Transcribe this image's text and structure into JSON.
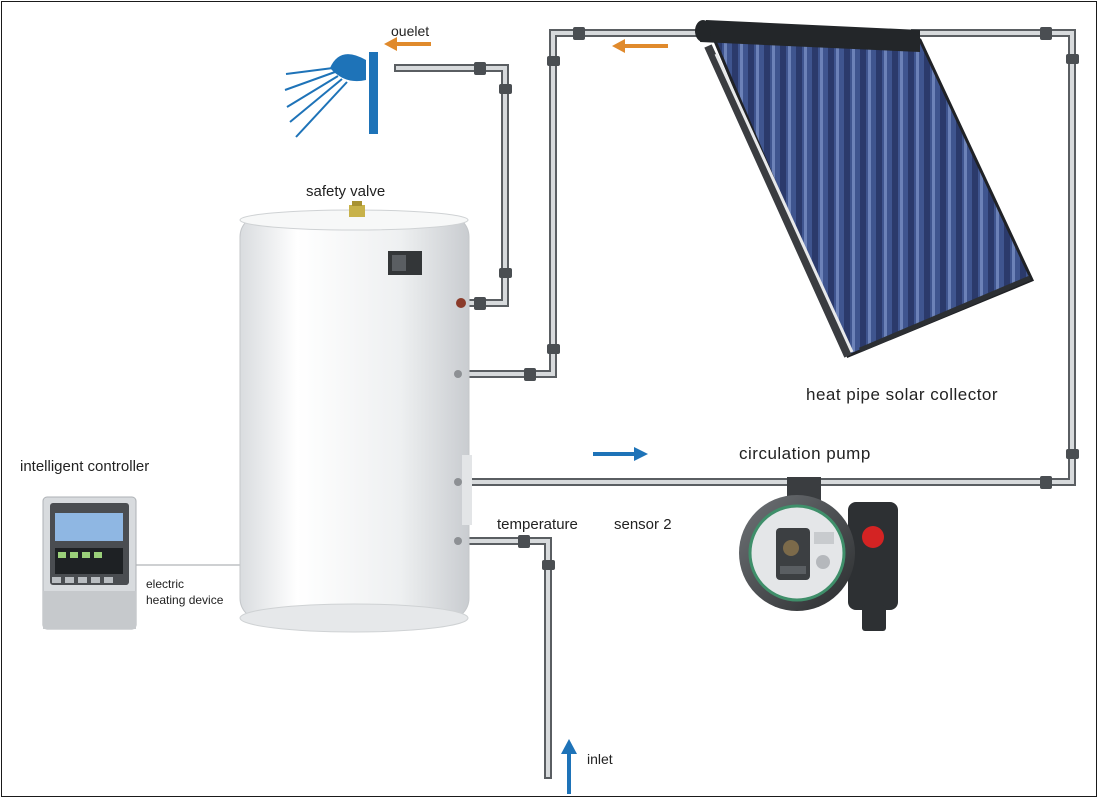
{
  "labels": {
    "outlet": "ouelet",
    "safety_valve": "safety valve",
    "collector": "heat pipe solar collector",
    "pump": "circulation pump",
    "controller": "intelligent controller",
    "temperature": "temperature",
    "sensor": "sensor 2",
    "electric_line1": "electric",
    "electric_line2": "heating device",
    "inlet": "inlet"
  },
  "colors": {
    "background": "#ffffff",
    "pipe": "#c7cacd",
    "pipe_edge": "#5a5e62",
    "tank": "#f2f3f4",
    "collector_tube": "#1f2f5e",
    "collector_frame": "#2c2f33",
    "shower": "#1e73b8",
    "arrow_outlet": "#e08a2c",
    "arrow_flow": "#1e73b8",
    "pump_body": "#3a3d40",
    "pump_button": "#d42323"
  },
  "icons": {
    "shower": "shower-head-icon",
    "outlet_arrow": "arrow-left-icon",
    "flow_arrow": "arrow-right-icon",
    "inlet_arrow": "arrow-up-icon"
  }
}
